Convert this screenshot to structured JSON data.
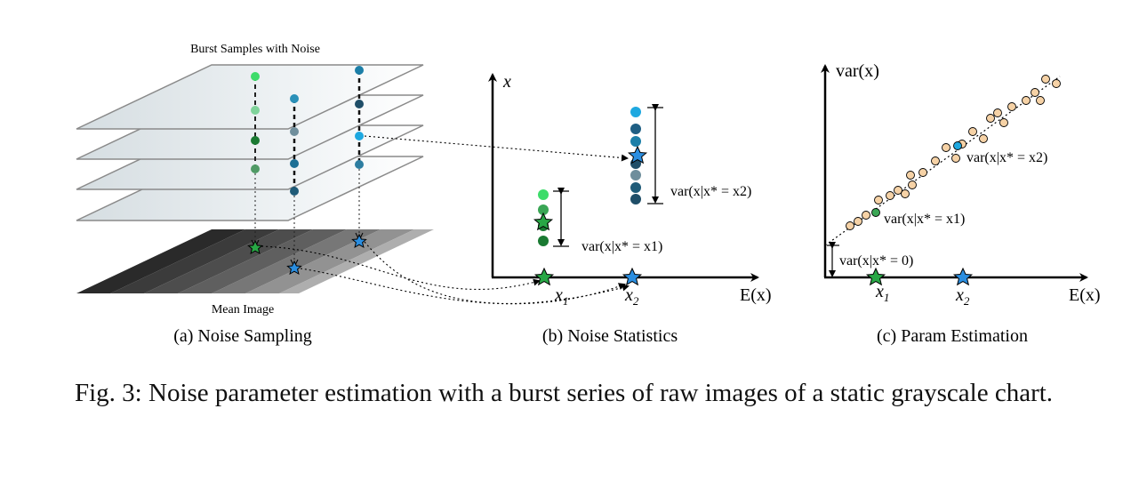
{
  "panel_a": {
    "top_label": "Burst Samples with Noise",
    "bottom_label": "Mean Image",
    "subcaption": "(a) Noise Sampling"
  },
  "panel_b": {
    "y_label": "x",
    "x_label": "E(x)",
    "tick_1": "x",
    "tick_1_sub": "1",
    "tick_2": "x",
    "tick_2_sub": "2",
    "var_label_1": "var(x|x* = x1)",
    "var_label_2": "var(x|x* = x2)",
    "subcaption": "(b) Noise Statistics"
  },
  "panel_c": {
    "y_label": "var(x)",
    "x_label": "E(x)",
    "tick_1": "x",
    "tick_1_sub": "1",
    "tick_2": "x",
    "tick_2_sub": "2",
    "var_label_0": "var(x|x* = 0)",
    "var_label_1": "var(x|x* = x1)",
    "var_label_2": "var(x|x* = x2)",
    "subcaption": "(c) Param Estimation"
  },
  "caption": {
    "prefix": "Fig. 3:",
    "text": "Noise parameter estimation with a burst series of raw images of a static grayscale chart."
  },
  "colors": {
    "green_dark": "#1a7a32",
    "green_mid": "#3aa655",
    "green_light": "#3ddc6a",
    "blue_light": "#1ea8e0",
    "blue_mid": "#1c7fa8",
    "blue_dark": "#1f4e68",
    "star_green": "#28a745",
    "star_blue": "#2b8ee0",
    "peach": "#f6d2a6"
  }
}
